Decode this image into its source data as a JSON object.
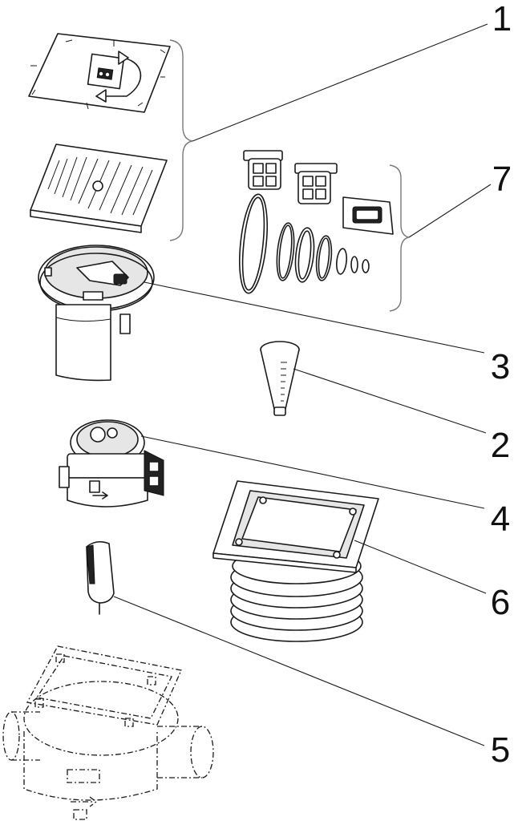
{
  "callouts": [
    {
      "id": "1",
      "label": "1"
    },
    {
      "id": "7",
      "label": "7"
    },
    {
      "id": "3",
      "label": "3"
    },
    {
      "id": "2",
      "label": "2"
    },
    {
      "id": "4",
      "label": "4"
    },
    {
      "id": "6",
      "label": "6"
    },
    {
      "id": "5",
      "label": "5"
    }
  ]
}
